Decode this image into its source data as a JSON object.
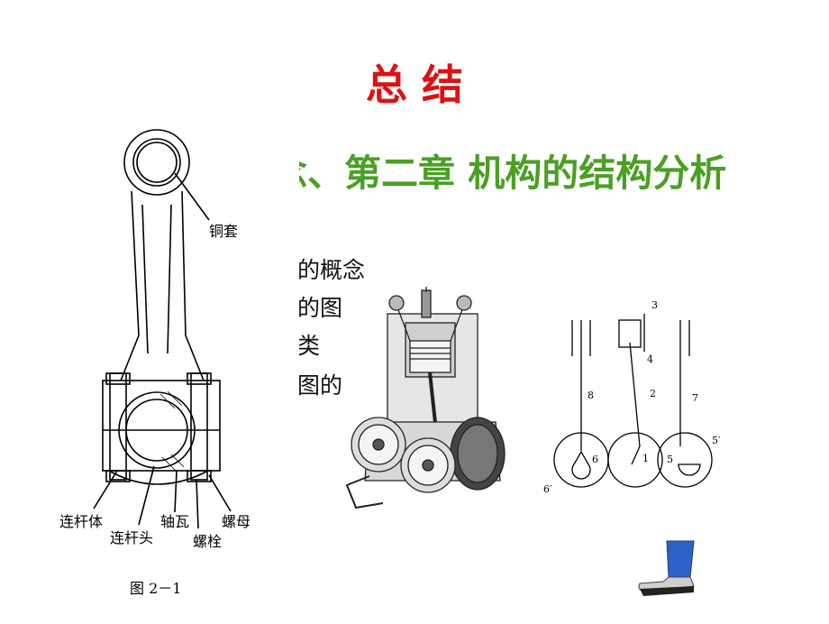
{
  "slide": {
    "title": "总      结",
    "heading": "念、第二章 机构的结构分析",
    "bullets": [
      "的概念",
      "的图",
      "类",
      "图的"
    ]
  },
  "rod_figure": {
    "labels": {
      "bushing": "铜套",
      "rod_body": "连杆体",
      "bearing_shell": "轴瓦",
      "nut": "螺母",
      "rod_head": "连杆头",
      "bolt": "螺栓"
    },
    "caption": "图 2－1"
  },
  "linkage_diagram": {
    "labels": [
      "3",
      "4",
      "8",
      "2",
      "7",
      "6",
      "1",
      "5",
      "6′",
      "5′"
    ]
  },
  "colors": {
    "title": "#dd1111",
    "heading": "#4aa023"
  }
}
